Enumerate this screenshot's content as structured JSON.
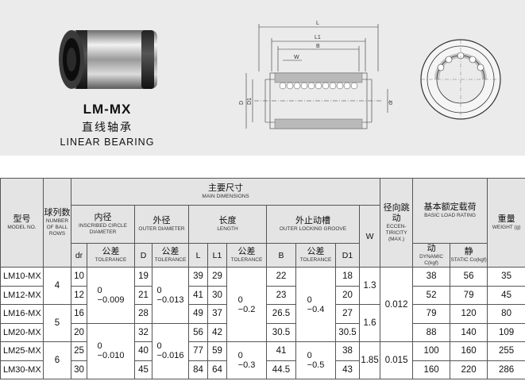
{
  "header": {
    "product_code": "LM-MX",
    "product_cn": "直线轴承",
    "product_en": "LINEAR BEARING",
    "dim_labels": {
      "L": "L",
      "L1": "L1",
      "B": "B",
      "W": "W",
      "D": "D",
      "D1": "D1",
      "dr": "dr"
    }
  },
  "table": {
    "model": {
      "cn": "型号",
      "en": "MODEL NO."
    },
    "balls": {
      "cn": "球列数",
      "en": "NUMBER OF BALL ROWS"
    },
    "main_dim": {
      "cn": "主要尺寸",
      "en": "MAIN DIMENSIONS"
    },
    "inscribed": {
      "cn": "内径",
      "en": "INSCRIBED CIRCLE DIAMETER"
    },
    "outer": {
      "cn": "外径",
      "en": "OUTER DIAMETER"
    },
    "length": {
      "cn": "长度",
      "en": "LENGTH"
    },
    "groove": {
      "cn": "外止动槽",
      "en": "OUTER LOCKING GROOVE"
    },
    "w": "W",
    "ecc": {
      "cn": "径向跳动",
      "en": "ECCEN-TIRICITY (MAX.)"
    },
    "load": {
      "cn": "基本额定载荷",
      "en": "BASIC LOAD RATING"
    },
    "weight": {
      "cn": "重量",
      "en": "WEIGHT (g)"
    },
    "dynamic": {
      "cn": "动",
      "en": "DYNAMIC C(kgf)"
    },
    "static": {
      "cn": "静",
      "en": "STATIC Co(kgf)"
    },
    "tolerance": {
      "cn": "公差",
      "en": "TOLERANCE"
    },
    "sub": {
      "dr": "dr",
      "D": "D",
      "L": "L",
      "L1": "L1",
      "B": "B",
      "D1": "D1"
    },
    "rows": [
      {
        "model": "LM10-MX",
        "dr": "10",
        "D": "19",
        "L": "39",
        "L1": "29",
        "B": "22",
        "D1": "18",
        "dyn": "38",
        "stat": "56",
        "wt": "35"
      },
      {
        "model": "LM12-MX",
        "dr": "12",
        "D": "21",
        "L": "41",
        "L1": "30",
        "B": "23",
        "D1": "20",
        "dyn": "52",
        "stat": "79",
        "wt": "45"
      },
      {
        "model": "LM16-MX",
        "dr": "16",
        "D": "28",
        "L": "49",
        "L1": "37",
        "B": "26.5",
        "D1": "27",
        "dyn": "79",
        "stat": "120",
        "wt": "80"
      },
      {
        "model": "LM20-MX",
        "dr": "20",
        "D": "32",
        "L": "56",
        "L1": "42",
        "B": "30.5",
        "D1": "30.5",
        "dyn": "88",
        "stat": "140",
        "wt": "109"
      },
      {
        "model": "LM25-MX",
        "dr": "25",
        "D": "40",
        "L": "77",
        "L1": "59",
        "B": "41",
        "D1": "38",
        "dyn": "100",
        "stat": "160",
        "wt": "255"
      },
      {
        "model": "LM30-MX",
        "dr": "30",
        "D": "45",
        "L": "84",
        "L1": "64",
        "B": "44.5",
        "D1": "43",
        "dyn": "160",
        "stat": "220",
        "wt": "286"
      }
    ],
    "balls_groups": [
      "4",
      "5",
      "6"
    ],
    "dr_tol": [
      {
        "top": "0",
        "bot": "−0.009"
      },
      {
        "top": "0",
        "bot": "−0.010"
      }
    ],
    "D_tol": [
      {
        "top": "0",
        "bot": "−0.013"
      },
      {
        "top": "0",
        "bot": "−0.016"
      }
    ],
    "L_tol": [
      {
        "top": "0",
        "bot": "−0.2"
      },
      {
        "top": "0",
        "bot": "−0.3"
      }
    ],
    "B_tol": [
      {
        "top": "0",
        "bot": "−0.4"
      },
      {
        "top": "0",
        "bot": "−0.5"
      }
    ],
    "w_groups": [
      "1.3",
      "1.6",
      "1.85"
    ],
    "ecc_groups": [
      "0.012",
      "0.015"
    ]
  }
}
